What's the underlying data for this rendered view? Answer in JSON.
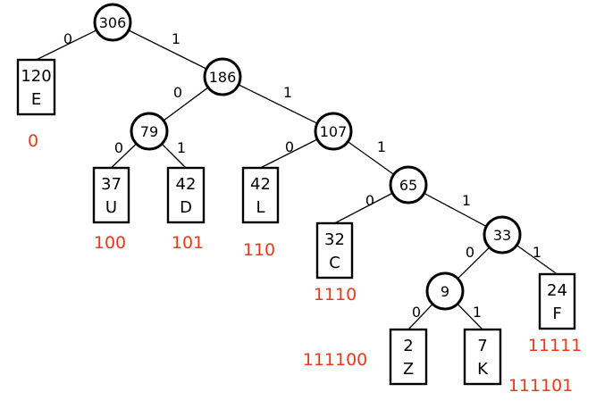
{
  "colors": {
    "code": "#e8391f",
    "ink": "#000000"
  },
  "internal_nodes": [
    {
      "id": "n306",
      "weight": "306"
    },
    {
      "id": "n186",
      "weight": "186"
    },
    {
      "id": "n79",
      "weight": "79"
    },
    {
      "id": "n107",
      "weight": "107"
    },
    {
      "id": "n65",
      "weight": "65"
    },
    {
      "id": "n33",
      "weight": "33"
    },
    {
      "id": "n9",
      "weight": "9"
    }
  ],
  "leaves": [
    {
      "id": "E",
      "freq": "120",
      "symbol": "E",
      "code": "0"
    },
    {
      "id": "U",
      "freq": "37",
      "symbol": "U",
      "code": "100"
    },
    {
      "id": "D",
      "freq": "42",
      "symbol": "D",
      "code": "101"
    },
    {
      "id": "L",
      "freq": "42",
      "symbol": "L",
      "code": "110"
    },
    {
      "id": "C",
      "freq": "32",
      "symbol": "C",
      "code": "1110"
    },
    {
      "id": "F",
      "freq": "24",
      "symbol": "F",
      "code": "11111"
    },
    {
      "id": "Z",
      "freq": "2",
      "symbol": "Z",
      "code": "111100"
    },
    {
      "id": "K",
      "freq": "7",
      "symbol": "K",
      "code": "111101"
    }
  ],
  "edges": [
    {
      "from": "n306",
      "to": "E",
      "bit": "0"
    },
    {
      "from": "n306",
      "to": "n186",
      "bit": "1"
    },
    {
      "from": "n186",
      "to": "n79",
      "bit": "0"
    },
    {
      "from": "n186",
      "to": "n107",
      "bit": "1"
    },
    {
      "from": "n79",
      "to": "U",
      "bit": "0"
    },
    {
      "from": "n79",
      "to": "D",
      "bit": "1"
    },
    {
      "from": "n107",
      "to": "L",
      "bit": "0"
    },
    {
      "from": "n107",
      "to": "n65",
      "bit": "1"
    },
    {
      "from": "n65",
      "to": "C",
      "bit": "0"
    },
    {
      "from": "n65",
      "to": "n33",
      "bit": "1"
    },
    {
      "from": "n33",
      "to": "n9",
      "bit": "0"
    },
    {
      "from": "n33",
      "to": "F",
      "bit": "1"
    },
    {
      "from": "n9",
      "to": "Z",
      "bit": "0"
    },
    {
      "from": "n9",
      "to": "K",
      "bit": "1"
    }
  ]
}
